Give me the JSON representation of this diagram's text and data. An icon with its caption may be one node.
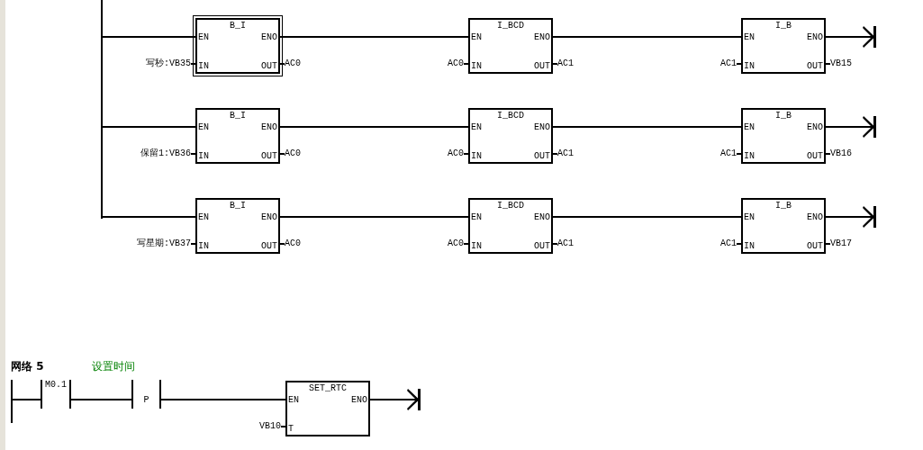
{
  "diagram": {
    "nodes": [
      {
        "text": [],
        "shape": "bar"
      },
      {
        "text": [
          "B_I",
          "EN",
          "ENO",
          "IN",
          "OUT"
        ],
        "beside": [
          "写秒:VB35",
          "AC0"
        ]
      },
      {
        "text": [
          "I_BCD",
          "EN",
          "ENO",
          "IN",
          "OUT"
        ],
        "beside": [
          "AC0",
          "AC1"
        ]
      },
      {
        "text": [
          "I_B",
          "EN",
          "ENO",
          "IN",
          "OUT"
        ],
        "beside": [
          "AC1",
          "VB15"
        ]
      },
      {
        "text": [
          "B_I",
          "EN",
          "ENO",
          "IN",
          "OUT"
        ],
        "beside": [
          "保留1:VB36",
          "AC0"
        ]
      },
      {
        "text": [
          "I_BCD",
          "EN",
          "ENO",
          "IN",
          "OUT"
        ],
        "beside": [
          "AC0",
          "AC1"
        ]
      },
      {
        "text": [
          "I_B",
          "EN",
          "ENO",
          "IN",
          "OUT"
        ],
        "beside": [
          "AC1",
          "VB16"
        ]
      },
      {
        "text": [
          "B_I",
          "EN",
          "ENO",
          "IN",
          "OUT"
        ],
        "beside": [
          "写星期:VB37",
          "AC0"
        ]
      },
      {
        "text": [
          "I_BCD",
          "EN",
          "ENO",
          "IN",
          "OUT"
        ],
        "beside": [
          "AC0",
          "AC1"
        ]
      },
      {
        "text": [
          "I_B",
          "EN",
          "ENO",
          "IN",
          "OUT"
        ],
        "beside": [
          "AC1",
          "VB17"
        ]
      },
      {
        "text": [],
        "shape": "bar"
      },
      {
        "text": [
          "M0.1"
        ]
      },
      {
        "text": [
          "P"
        ]
      },
      {
        "text": [
          "SET_RTC",
          "EN",
          "ENO",
          "T"
        ],
        "beside": [
          "VB10"
        ]
      }
    ],
    "edges": [
      {
        "from": 0,
        "to": 1,
        "arrow": "none"
      },
      {
        "from": 1,
        "to": 2,
        "arrow": "none"
      },
      {
        "from": 2,
        "to": 3,
        "arrow": "none"
      },
      {
        "from": 3,
        "to": null,
        "arrow": "to"
      },
      {
        "from": 0,
        "to": 4,
        "arrow": "none"
      },
      {
        "from": 4,
        "to": 5,
        "arrow": "none"
      },
      {
        "from": 5,
        "to": 6,
        "arrow": "none"
      },
      {
        "from": 6,
        "to": null,
        "arrow": "to"
      },
      {
        "from": 0,
        "to": 7,
        "arrow": "none"
      },
      {
        "from": 7,
        "to": 8,
        "arrow": "none"
      },
      {
        "from": 8,
        "to": 9,
        "arrow": "none"
      },
      {
        "from": 9,
        "to": null,
        "arrow": "to"
      },
      {
        "from": 10,
        "to": 11,
        "arrow": "none"
      },
      {
        "from": 11,
        "to": 12,
        "arrow": "none"
      },
      {
        "from": 12,
        "to": 13,
        "arrow": "none"
      },
      {
        "from": 13,
        "to": null,
        "arrow": "to"
      }
    ],
    "labels": [
      "网络 5",
      "设置时间"
    ]
  }
}
